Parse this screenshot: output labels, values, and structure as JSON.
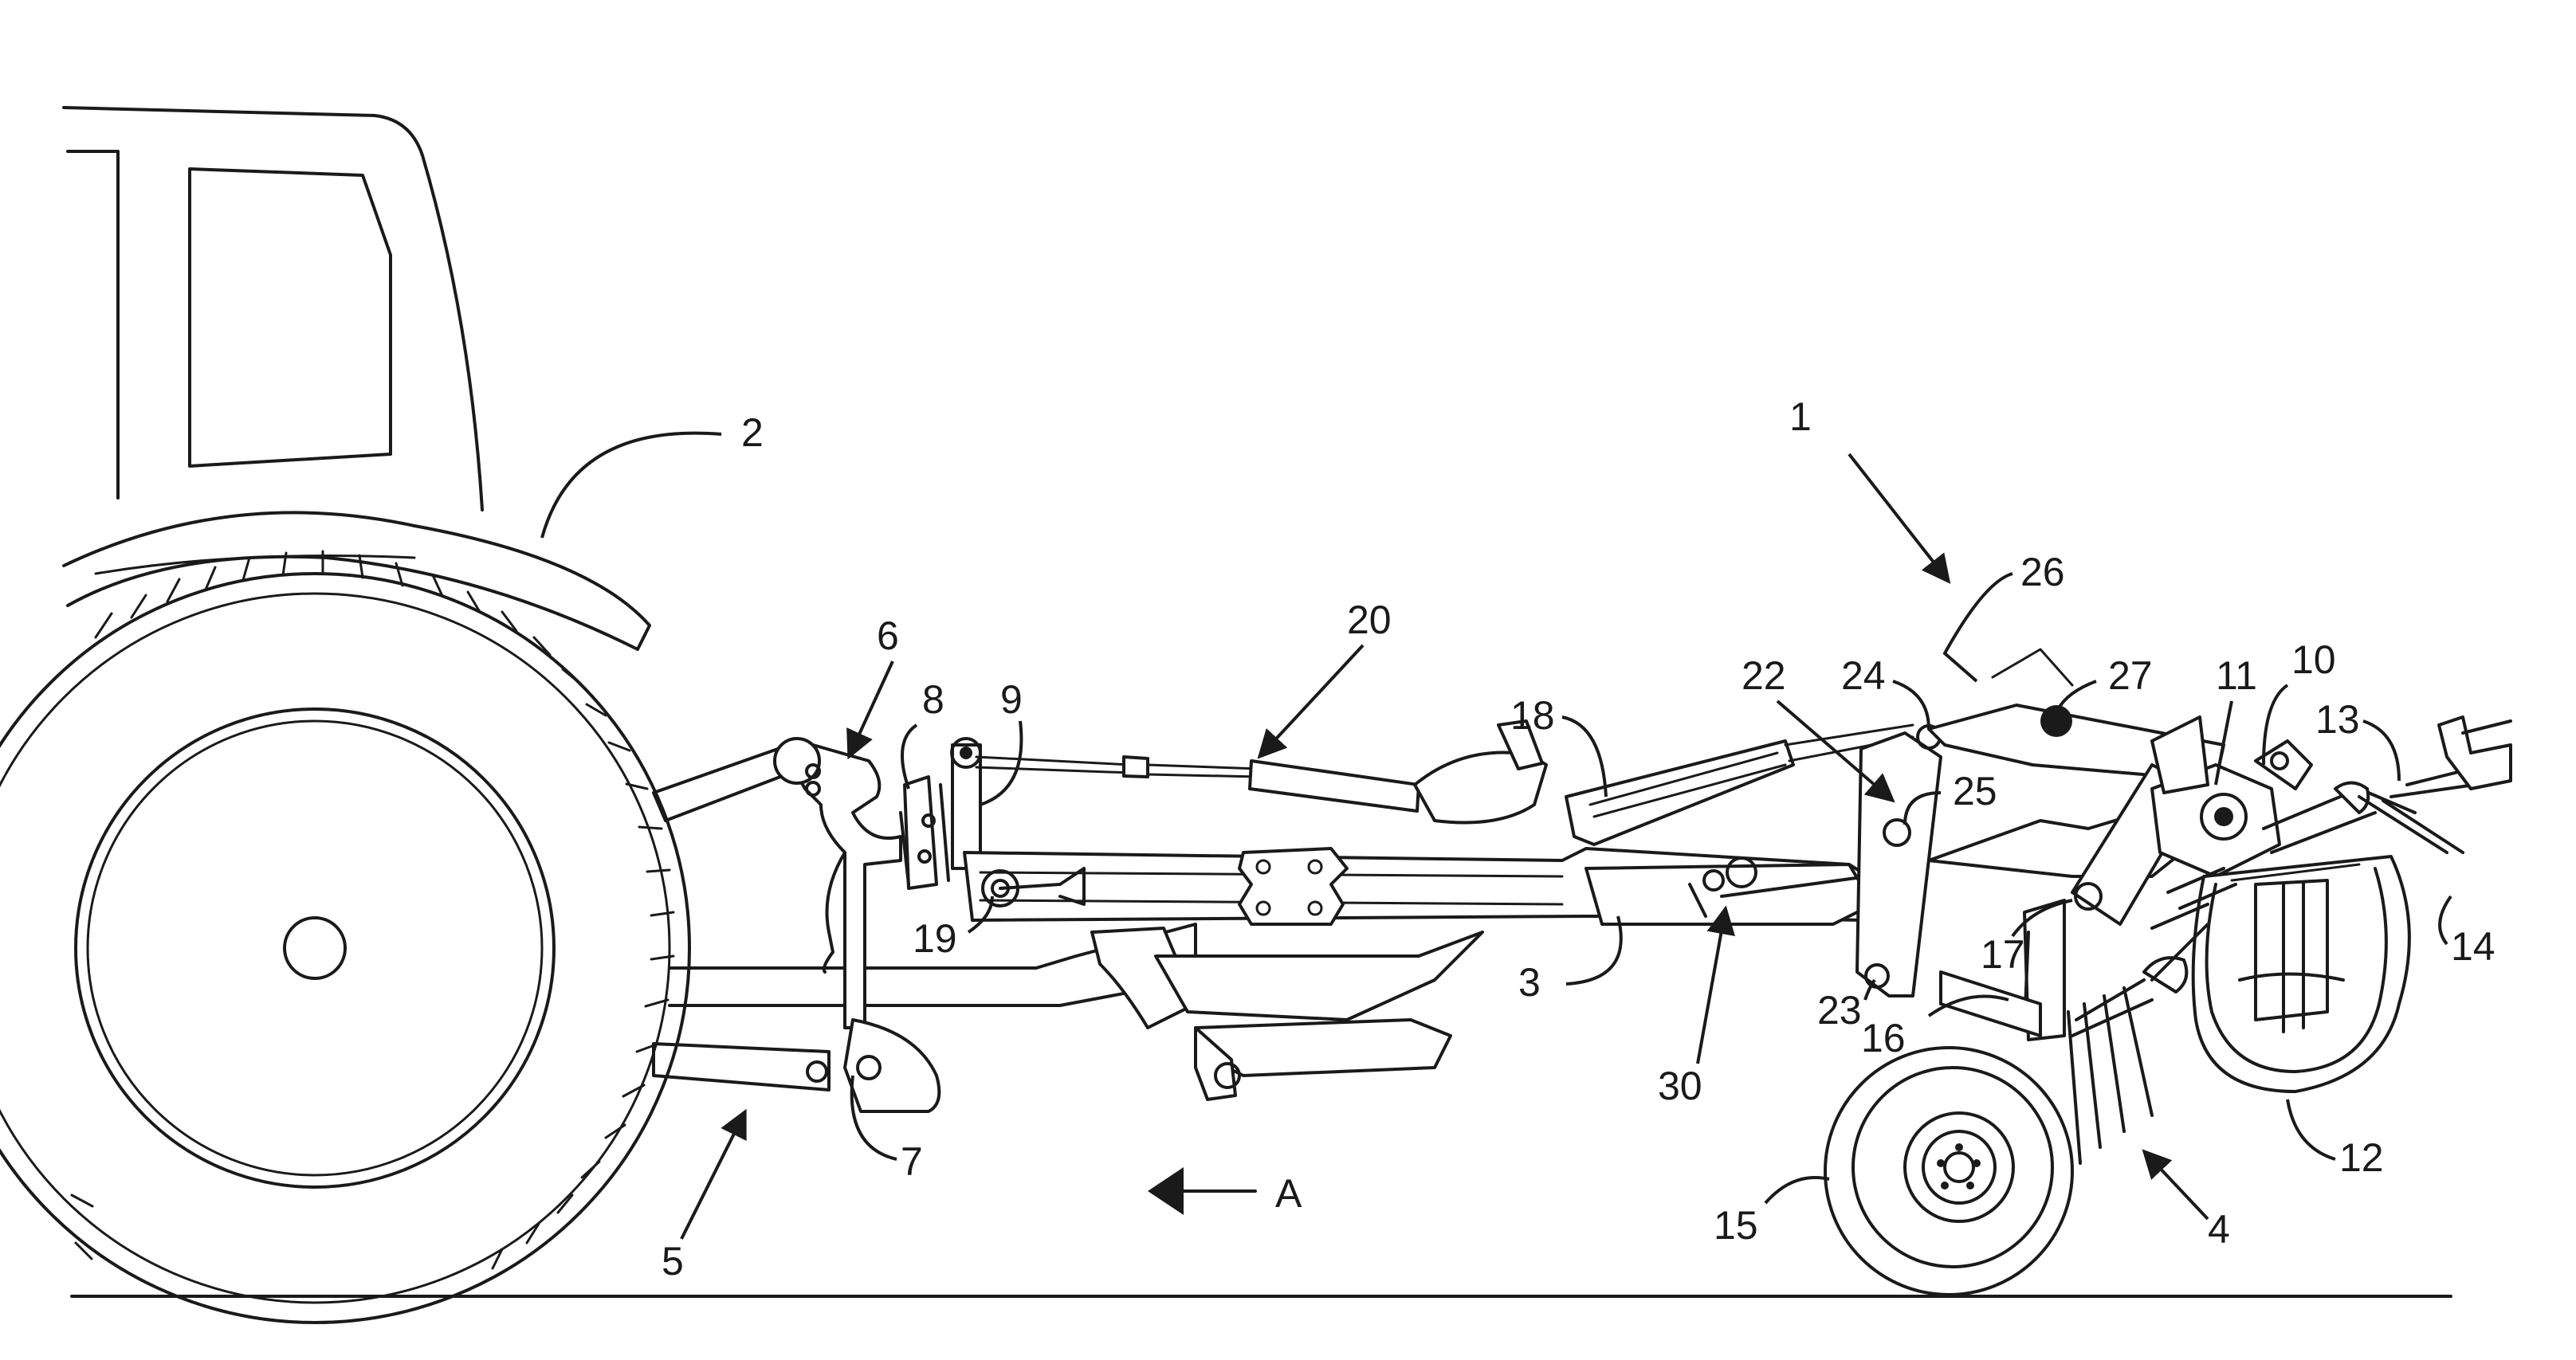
{
  "labels": {
    "l1": "1",
    "l2": "2",
    "l3": "3",
    "l4": "4",
    "l5": "5",
    "l6": "6",
    "l7": "7",
    "l8": "8",
    "l9": "9",
    "l10": "10",
    "l11": "11",
    "l12": "12",
    "l13": "13",
    "l14": "14",
    "l15": "15",
    "l16": "16",
    "l17": "17",
    "l18": "18",
    "l19": "19",
    "l20": "20",
    "l22": "22",
    "l23": "23",
    "l24": "24",
    "l25": "25",
    "l26": "26",
    "l27": "27",
    "l30": "30",
    "direction": "A"
  }
}
